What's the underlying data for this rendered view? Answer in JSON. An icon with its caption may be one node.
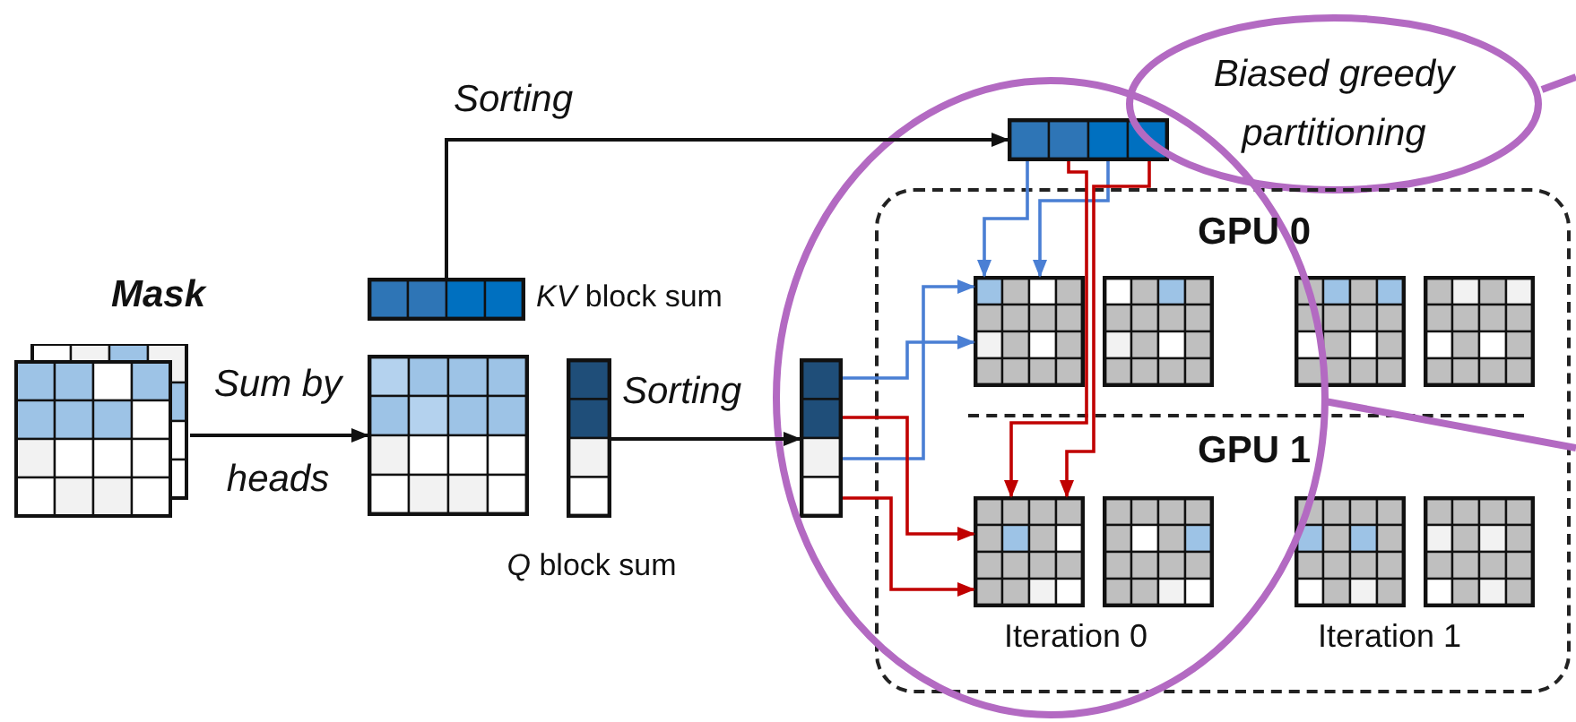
{
  "diagram": {
    "nodes": [
      {
        "text": [
          "Mask"
        ]
      },
      {
        "text": [],
        "shape": "grid"
      },
      {
        "text": [
          "*KV* block sum"
        ]
      },
      {
        "text": [
          "*Q* block sum"
        ]
      },
      {
        "text": [],
        "shape": "bar"
      },
      {
        "text": [],
        "shape": "bar"
      },
      {
        "text": [
          "Biased greedy partitioning"
        ]
      },
      {
        "text": [],
        "shape": "box"
      },
      {
        "text": [],
        "shape": "grid",
        "in": 7
      },
      {
        "text": [],
        "shape": "grid",
        "in": 7
      },
      {
        "text": [],
        "shape": "grid",
        "in": 7
      },
      {
        "text": [],
        "shape": "grid",
        "in": 7
      },
      {
        "text": [],
        "shape": "grid",
        "in": 7
      },
      {
        "text": [],
        "shape": "grid",
        "in": 7
      },
      {
        "text": [],
        "shape": "grid",
        "in": 7
      },
      {
        "text": [],
        "shape": "grid",
        "in": 7
      }
    ],
    "edges": [
      {
        "from": 0,
        "to": 1,
        "arrow": "to",
        "label": "Sum by heads",
        "color": "#111111"
      },
      {
        "from": 2,
        "to": 4,
        "arrow": "to",
        "label": "Sorting",
        "color": "#111111"
      },
      {
        "from": 3,
        "to": 5,
        "arrow": "to",
        "label": "Sorting",
        "color": "#111111"
      },
      {
        "from": 4,
        "to": 8,
        "arrow": "to",
        "color": "#4a7fd4"
      },
      {
        "from": 4,
        "to": 8,
        "arrow": "to",
        "color": "#4a7fd4"
      },
      {
        "from": 4,
        "to": 12,
        "arrow": "to",
        "color": "#c00000"
      },
      {
        "from": 4,
        "to": 12,
        "arrow": "to",
        "color": "#c00000"
      },
      {
        "from": 5,
        "to": 8,
        "arrow": "to",
        "color": "#4a7fd4"
      },
      {
        "from": 5,
        "to": 8,
        "arrow": "to",
        "color": "#4a7fd4"
      },
      {
        "from": 5,
        "to": 12,
        "arrow": "to",
        "color": "#c00000"
      },
      {
        "from": 5,
        "to": 12,
        "arrow": "to",
        "color": "#c00000"
      },
      {
        "from": 6,
        "to": null,
        "arrow": "none",
        "color": "#b36ac2",
        "style": "thick"
      }
    ],
    "labels": [
      "GPU 0",
      "GPU 1",
      "Iteration 0",
      "Iteration 1"
    ]
  }
}
